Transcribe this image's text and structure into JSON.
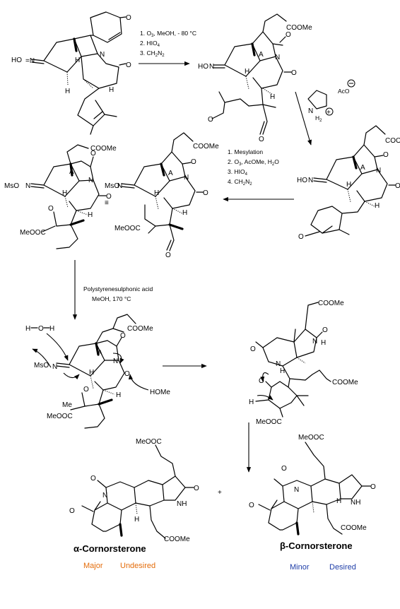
{
  "step1": {
    "conditions": [
      "1. O",
      "3",
      ", MeOH, - 80 °C",
      "2. HIO",
      "4",
      "3. CH",
      "2",
      "N",
      "2"
    ]
  },
  "step2": {
    "reagent_acetate": "AcO",
    "reagent_h2": "H",
    "reagent_sub2": "2"
  },
  "step3": {
    "line1": "1. Mesylation",
    "line2a": "2. O",
    "line2b": "3",
    "line2c": ", AcOMe, H",
    "line2d": "2",
    "line2e": "O",
    "line3a": "3. HIO",
    "line3b": "4",
    "line4a": "4. CH",
    "line4b": "2",
    "line4c": "N",
    "line4d": "2"
  },
  "step4": {
    "line1": "Polystyrenesulphonic acid",
    "line2": "MeOH, 170 °C"
  },
  "atoms": {
    "A": "A",
    "H": "H",
    "N": "N",
    "NH": "NH",
    "NH2": "N H",
    "O": "O",
    "HO_N": "HO",
    "MsO": "MsO",
    "COOMe": "COOMe",
    "MeOOC": "MeOOC",
    "HOMe": "HOMe",
    "HOH": "H",
    "plus": "+",
    "equiv": "≡"
  },
  "products": {
    "alpha": {
      "name": "α-Cornorsterone",
      "tag1": "Major",
      "tag2": "Undesired"
    },
    "beta": {
      "name": "β-Cornorsterone",
      "tag1": "Minor",
      "tag2": "Desired"
    },
    "colors": {
      "alpha": "#e46c0a",
      "beta": "#1f3ea8"
    }
  }
}
